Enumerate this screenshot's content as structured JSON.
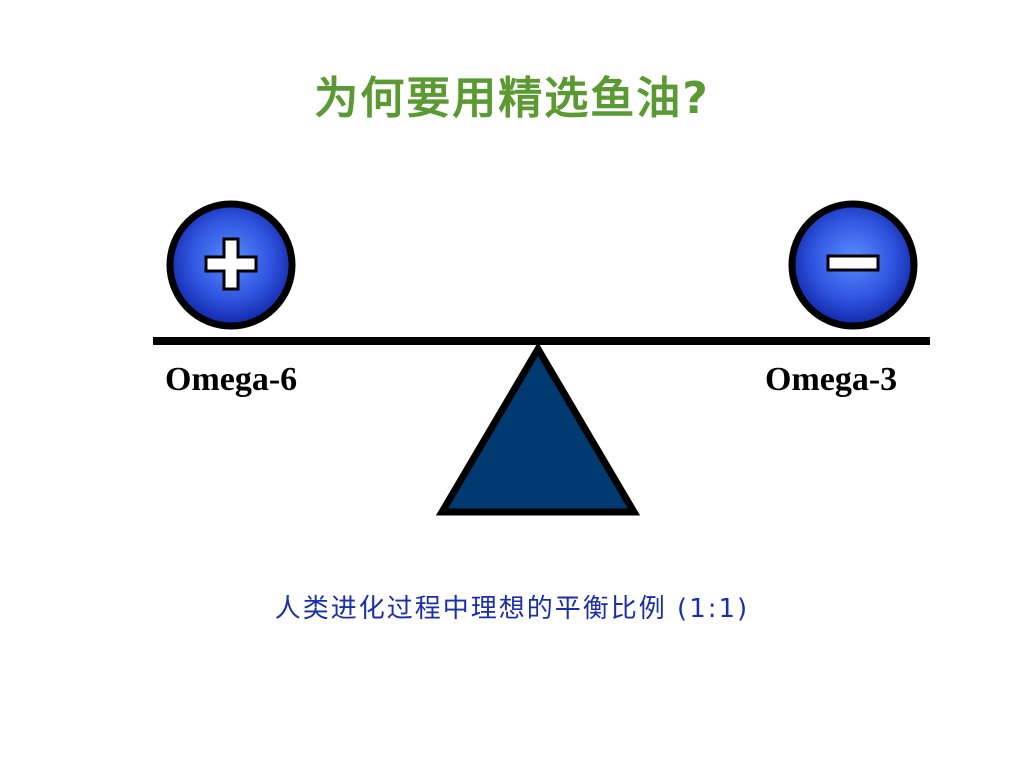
{
  "title": "为何要用精选鱼油?",
  "left_label": "Omega-6",
  "right_label": "Omega-3",
  "left_symbol": "plus-icon",
  "right_symbol": "minus-icon",
  "caption": "人类进化过程中理想的平衡比例 (1:1)",
  "colors": {
    "title": "#5b9a32",
    "caption": "#1a2faa",
    "circle_center": "#4a7cf5",
    "circle_edge": "#1226a8",
    "fulcrum": "#003a70"
  }
}
